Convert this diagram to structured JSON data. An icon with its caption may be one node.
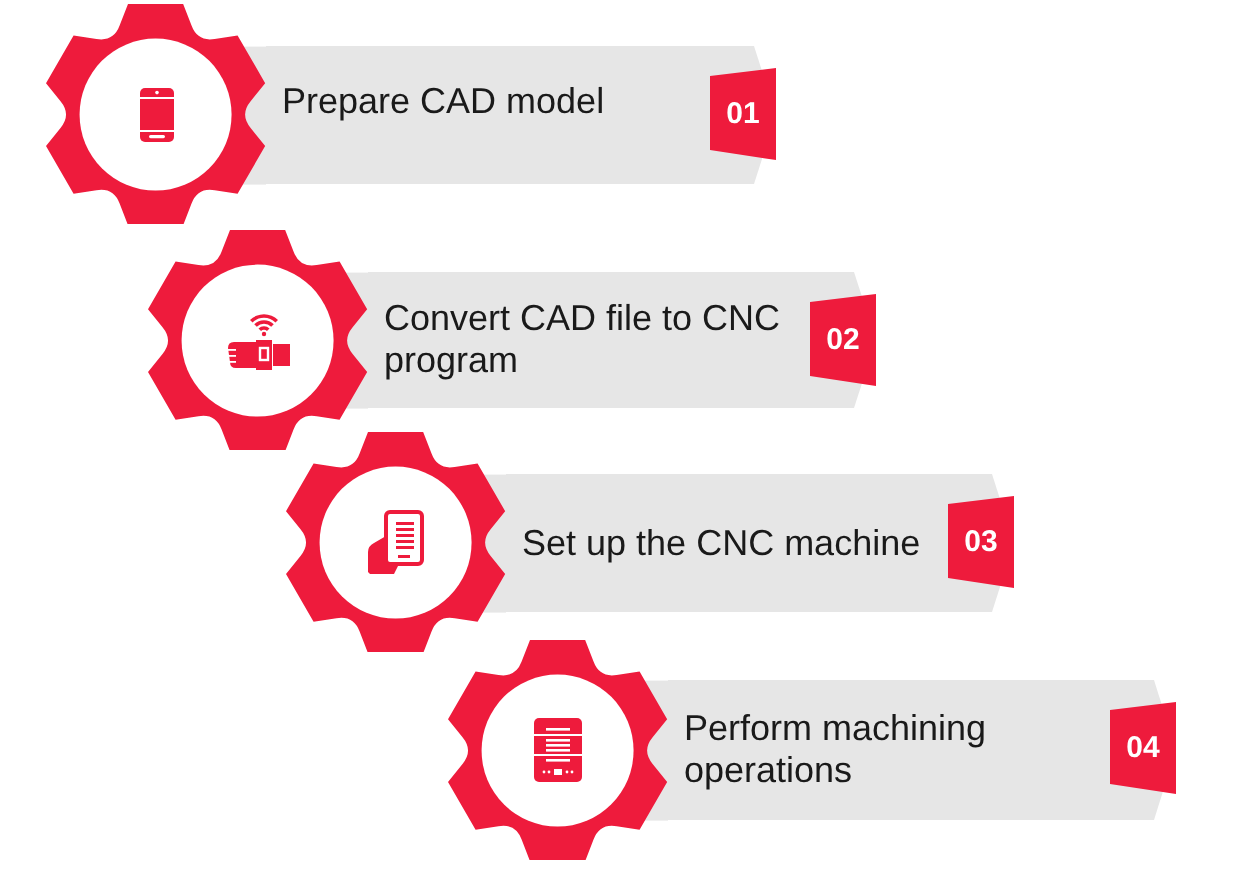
{
  "diagram": {
    "nodes": [
      {
        "text": [
          "Prepare CAD model"
        ]
      },
      {
        "text": [
          "01"
        ],
        "in": 0
      },
      {
        "text": [
          "Convert CAD file to CNC program"
        ]
      },
      {
        "text": [
          "02"
        ],
        "in": 2
      },
      {
        "text": [
          "Set up the CNC machine"
        ]
      },
      {
        "text": [
          "03"
        ],
        "in": 4
      },
      {
        "text": [
          "Perform machining operations"
        ]
      },
      {
        "text": [
          "04"
        ],
        "in": 6
      }
    ]
  }
}
